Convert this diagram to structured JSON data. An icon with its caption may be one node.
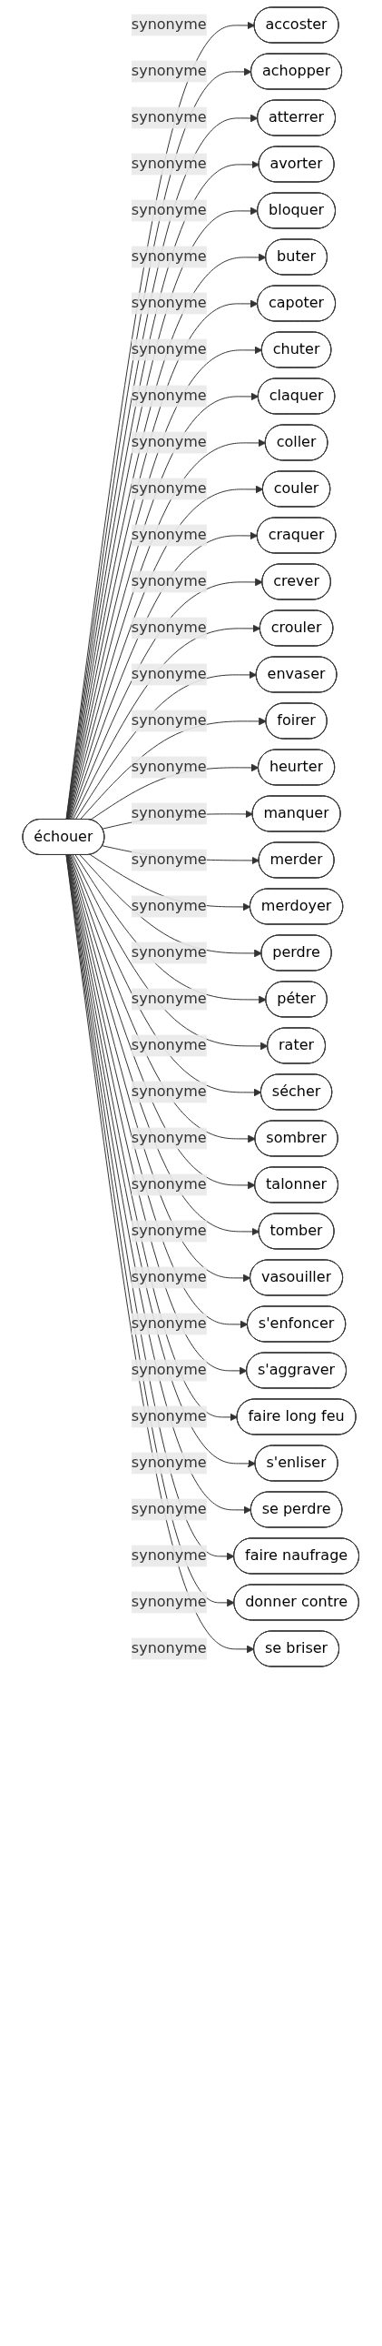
{
  "diagram": {
    "nodes": [
      {
        "text": [
          "échouer"
        ]
      },
      {
        "text": [
          "accoster"
        ]
      },
      {
        "text": [
          "achopper"
        ]
      },
      {
        "text": [
          "atterrer"
        ]
      },
      {
        "text": [
          "avorter"
        ]
      },
      {
        "text": [
          "bloquer"
        ]
      },
      {
        "text": [
          "buter"
        ]
      },
      {
        "text": [
          "capoter"
        ]
      },
      {
        "text": [
          "chuter"
        ]
      },
      {
        "text": [
          "claquer"
        ]
      },
      {
        "text": [
          "coller"
        ]
      },
      {
        "text": [
          "couler"
        ]
      },
      {
        "text": [
          "craquer"
        ]
      },
      {
        "text": [
          "crever"
        ]
      },
      {
        "text": [
          "crouler"
        ]
      },
      {
        "text": [
          "envaser"
        ]
      },
      {
        "text": [
          "foirer"
        ]
      },
      {
        "text": [
          "heurter"
        ]
      },
      {
        "text": [
          "manquer"
        ]
      },
      {
        "text": [
          "merder"
        ]
      },
      {
        "text": [
          "merdoyer"
        ]
      },
      {
        "text": [
          "perdre"
        ]
      },
      {
        "text": [
          "péter"
        ]
      },
      {
        "text": [
          "rater"
        ]
      },
      {
        "text": [
          "sécher"
        ]
      },
      {
        "text": [
          "sombrer"
        ]
      },
      {
        "text": [
          "talonner"
        ]
      },
      {
        "text": [
          "tomber"
        ]
      },
      {
        "text": [
          "vasouiller"
        ]
      },
      {
        "text": [
          "s'enfoncer"
        ]
      },
      {
        "text": [
          "s'aggraver"
        ]
      },
      {
        "text": [
          "faire long feu"
        ]
      },
      {
        "text": [
          "s'enliser"
        ]
      },
      {
        "text": [
          "se perdre"
        ]
      },
      {
        "text": [
          "faire naufrage"
        ]
      },
      {
        "text": [
          "donner contre"
        ]
      },
      {
        "text": [
          "se briser"
        ]
      }
    ],
    "edges": [
      {
        "from": 0,
        "to": 1,
        "arrow": "to",
        "label": "synonyme"
      },
      {
        "from": 0,
        "to": 2,
        "arrow": "to",
        "label": "synonyme"
      },
      {
        "from": 0,
        "to": 3,
        "arrow": "to",
        "label": "synonyme"
      },
      {
        "from": 0,
        "to": 4,
        "arrow": "to",
        "label": "synonyme"
      },
      {
        "from": 0,
        "to": 5,
        "arrow": "to",
        "label": "synonyme"
      },
      {
        "from": 0,
        "to": 6,
        "arrow": "to",
        "label": "synonyme"
      },
      {
        "from": 0,
        "to": 7,
        "arrow": "to",
        "label": "synonyme"
      },
      {
        "from": 0,
        "to": 8,
        "arrow": "to",
        "label": "synonyme"
      },
      {
        "from": 0,
        "to": 9,
        "arrow": "to",
        "label": "synonyme"
      },
      {
        "from": 0,
        "to": 10,
        "arrow": "to",
        "label": "synonyme"
      },
      {
        "from": 0,
        "to": 11,
        "arrow": "to",
        "label": "synonyme"
      },
      {
        "from": 0,
        "to": 12,
        "arrow": "to",
        "label": "synonyme"
      },
      {
        "from": 0,
        "to": 13,
        "arrow": "to",
        "label": "synonyme"
      },
      {
        "from": 0,
        "to": 14,
        "arrow": "to",
        "label": "synonyme"
      },
      {
        "from": 0,
        "to": 15,
        "arrow": "to",
        "label": "synonyme"
      },
      {
        "from": 0,
        "to": 16,
        "arrow": "to",
        "label": "synonyme"
      },
      {
        "from": 0,
        "to": 17,
        "arrow": "to",
        "label": "synonyme"
      },
      {
        "from": 0,
        "to": 18,
        "arrow": "to",
        "label": "synonyme"
      },
      {
        "from": 0,
        "to": 19,
        "arrow": "to",
        "label": "synonyme"
      },
      {
        "from": 0,
        "to": 20,
        "arrow": "to",
        "label": "synonyme"
      },
      {
        "from": 0,
        "to": 21,
        "arrow": "to",
        "label": "synonyme"
      },
      {
        "from": 0,
        "to": 22,
        "arrow": "to",
        "label": "synonyme"
      },
      {
        "from": 0,
        "to": 23,
        "arrow": "to",
        "label": "synonyme"
      },
      {
        "from": 0,
        "to": 24,
        "arrow": "to",
        "label": "synonyme"
      },
      {
        "from": 0,
        "to": 25,
        "arrow": "to",
        "label": "synonyme"
      },
      {
        "from": 0,
        "to": 26,
        "arrow": "to",
        "label": "synonyme"
      },
      {
        "from": 0,
        "to": 27,
        "arrow": "to",
        "label": "synonyme"
      },
      {
        "from": 0,
        "to": 28,
        "arrow": "to",
        "label": "synonyme"
      },
      {
        "from": 0,
        "to": 29,
        "arrow": "to",
        "label": "synonyme"
      },
      {
        "from": 0,
        "to": 30,
        "arrow": "to",
        "label": "synonyme"
      },
      {
        "from": 0,
        "to": 31,
        "arrow": "to",
        "label": "synonyme"
      },
      {
        "from": 0,
        "to": 32,
        "arrow": "to",
        "label": "synonyme"
      },
      {
        "from": 0,
        "to": 33,
        "arrow": "to",
        "label": "synonyme"
      },
      {
        "from": 0,
        "to": 34,
        "arrow": "to",
        "label": "synonyme"
      },
      {
        "from": 0,
        "to": 35,
        "arrow": "to",
        "label": "synonyme"
      },
      {
        "from": 0,
        "to": 36,
        "arrow": "to",
        "label": "synonyme"
      }
    ]
  }
}
